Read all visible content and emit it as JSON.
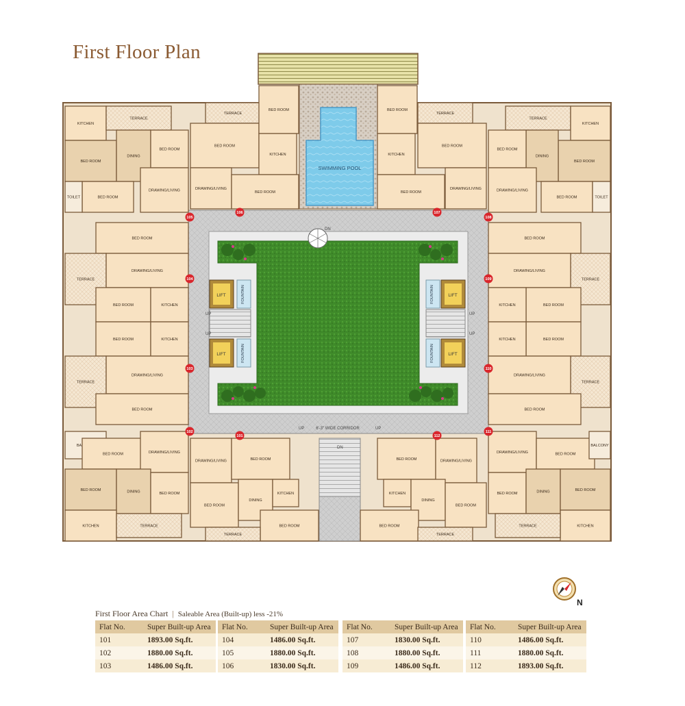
{
  "title": "First Floor Plan",
  "area_chart": {
    "caption": "First Floor Area Chart",
    "subcaption": "Saleable Area (Built-up) less -21%",
    "header_flat": "Flat No.",
    "header_area": "Super Built-up Area",
    "groups": [
      [
        {
          "flat": "101",
          "area": "1893.00 Sq.ft."
        },
        {
          "flat": "102",
          "area": "1880.00 Sq.ft."
        },
        {
          "flat": "103",
          "area": "1486.00 Sq.ft."
        }
      ],
      [
        {
          "flat": "104",
          "area": "1486.00 Sq.ft."
        },
        {
          "flat": "105",
          "area": "1880.00 Sq.ft."
        },
        {
          "flat": "106",
          "area": "1830.00 Sq.ft."
        }
      ],
      [
        {
          "flat": "107",
          "area": "1830.00 Sq.ft."
        },
        {
          "flat": "108",
          "area": "1880.00 Sq.ft."
        },
        {
          "flat": "109",
          "area": "1486.00 Sq.ft."
        }
      ],
      [
        {
          "flat": "110",
          "area": "1486.00 Sq.ft."
        },
        {
          "flat": "111",
          "area": "1880.00 Sq.ft."
        },
        {
          "flat": "112",
          "area": "1893.00 Sq.ft."
        }
      ]
    ]
  },
  "plan_labels": {
    "swimming_pool": "SWIMMING POOL",
    "lift": "LIFT",
    "fountain": "FOUNTAIN",
    "up": "UP",
    "dn": "DN",
    "corridor": "6'-3\" WIDE CORRIDOR",
    "rooms": {
      "bed_room": "BED ROOM",
      "kitchen": "KITCHEN",
      "dining": "DINING",
      "drawing_living": "DRAWING/LIVING",
      "terrace": "TERRACE",
      "toilet": "TOILET",
      "balcony": "BALCONY"
    },
    "flat_numbers": [
      "101",
      "102",
      "103",
      "104",
      "105",
      "106",
      "107",
      "108",
      "109",
      "110",
      "111",
      "112"
    ]
  },
  "compass": {
    "north_label": "N"
  },
  "colors": {
    "title": "#8a5a32",
    "room_fill": "#f8e2c2",
    "wall": "#7a5a3a",
    "lawn": "#3f8a2a",
    "pool": "#7ecbea",
    "corridor": "#c9c9c9",
    "flat_badge": "#d9262c",
    "table_header": "#e0c9a0"
  }
}
